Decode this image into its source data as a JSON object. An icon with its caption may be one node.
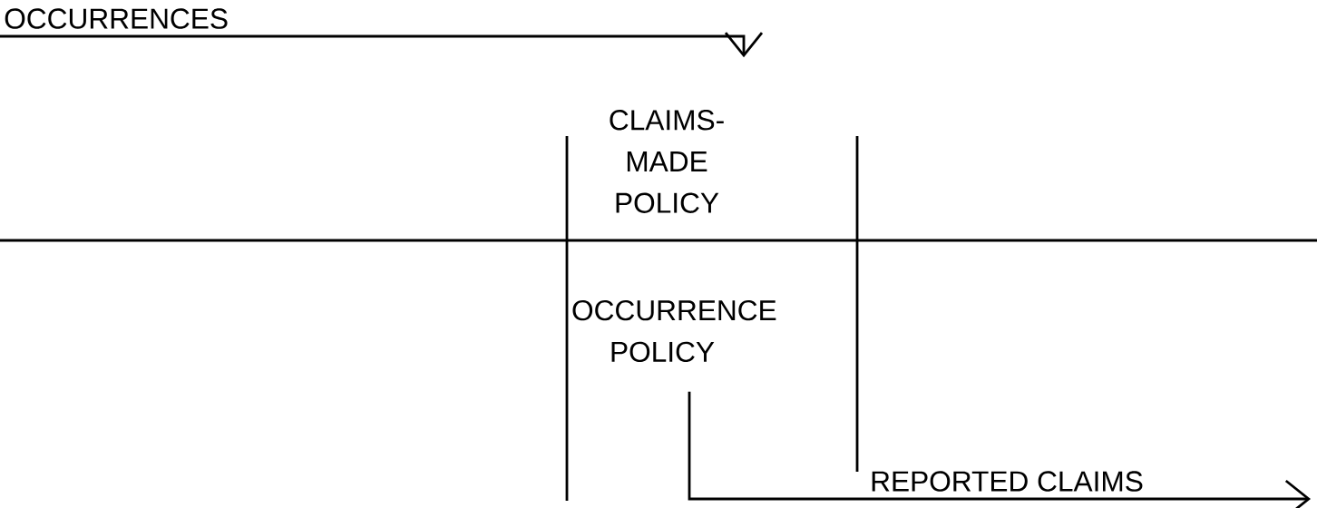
{
  "diagram": {
    "nodes": [
      {
        "text": [
          "CLAIMS-MADE POLICY"
        ]
      },
      {
        "text": [
          "OCCURRENCE POLICY"
        ]
      }
    ],
    "edges": [
      {
        "from": null,
        "to": 0,
        "arrow": "to",
        "label": "OCCURRENCES"
      },
      {
        "from": 1,
        "to": null,
        "arrow": "to",
        "label": "REPORTED CLAIMS"
      }
    ]
  }
}
